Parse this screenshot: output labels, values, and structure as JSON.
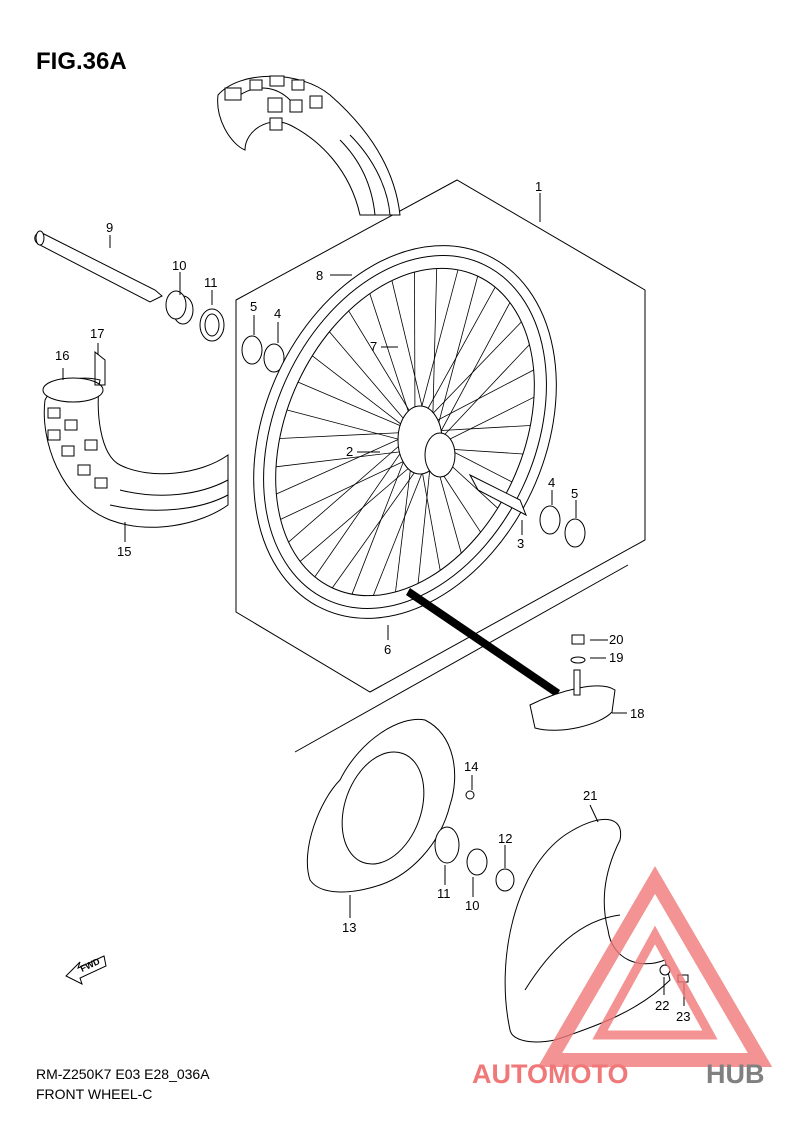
{
  "figure": {
    "title": "FIG.36A",
    "model_code": "RM-Z250K7 E03 E28_036A",
    "name": "FRONT WHEEL-C"
  },
  "parts": [
    {
      "id": "part-1",
      "ref": "1",
      "label": "1"
    },
    {
      "id": "part-2",
      "ref": "2",
      "label": "2"
    },
    {
      "id": "part-3",
      "ref": "3",
      "label": "3"
    },
    {
      "id": "part-4a",
      "ref": "4",
      "label": "4"
    },
    {
      "id": "part-4b",
      "ref": "4",
      "label": "4"
    },
    {
      "id": "part-5a",
      "ref": "5",
      "label": "5"
    },
    {
      "id": "part-5b",
      "ref": "5",
      "label": "5"
    },
    {
      "id": "part-6",
      "ref": "6",
      "label": "6"
    },
    {
      "id": "part-7",
      "ref": "7",
      "label": "7"
    },
    {
      "id": "part-8",
      "ref": "8",
      "label": "8"
    },
    {
      "id": "part-9",
      "ref": "9",
      "label": "9"
    },
    {
      "id": "part-10a",
      "ref": "10",
      "label": "10"
    },
    {
      "id": "part-10b",
      "ref": "10",
      "label": "10"
    },
    {
      "id": "part-11a",
      "ref": "11",
      "label": "11"
    },
    {
      "id": "part-11b",
      "ref": "11",
      "label": "11"
    },
    {
      "id": "part-12",
      "ref": "12",
      "label": "12"
    },
    {
      "id": "part-13",
      "ref": "13",
      "label": "13"
    },
    {
      "id": "part-14",
      "ref": "14",
      "label": "14"
    },
    {
      "id": "part-15",
      "ref": "15",
      "label": "15"
    },
    {
      "id": "part-16",
      "ref": "16",
      "label": "16"
    },
    {
      "id": "part-17",
      "ref": "17",
      "label": "17"
    },
    {
      "id": "part-18",
      "ref": "18",
      "label": "18"
    },
    {
      "id": "part-19",
      "ref": "19",
      "label": "19"
    },
    {
      "id": "part-20",
      "ref": "20",
      "label": "20"
    },
    {
      "id": "part-21",
      "ref": "21",
      "label": "21"
    },
    {
      "id": "part-22",
      "ref": "22",
      "label": "22"
    },
    {
      "id": "part-23",
      "ref": "23",
      "label": "23"
    }
  ],
  "direction_marker": {
    "text": "FWD"
  },
  "watermark": {
    "part1": "AUTOMOTO",
    "part2": "HUB",
    "accent_color": "#f07878",
    "secondary_color": "#808080"
  }
}
